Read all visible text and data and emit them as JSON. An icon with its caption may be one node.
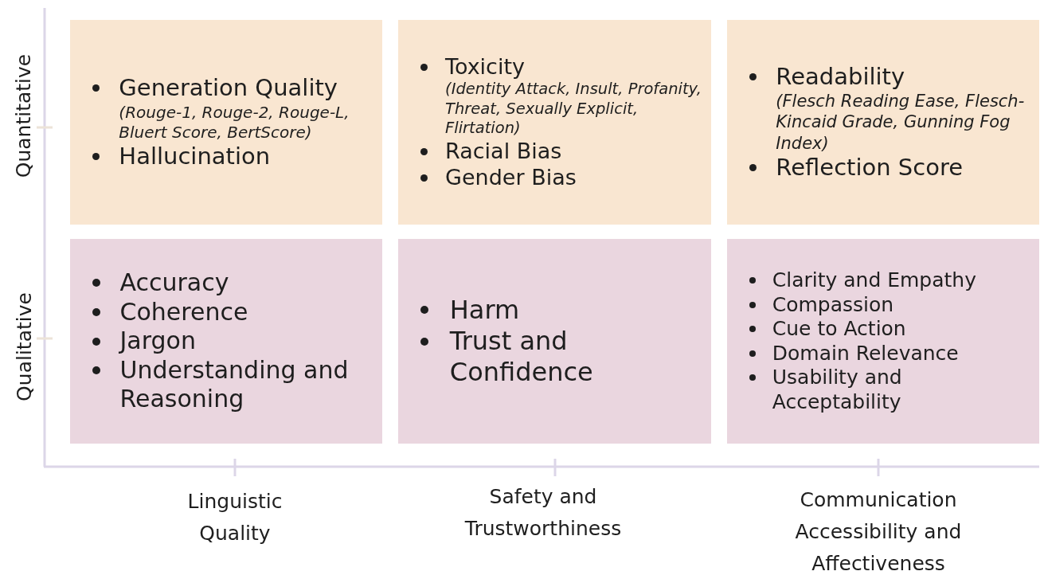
{
  "diagram": {
    "nodes": [
      {
        "text": [
          "Generation Quality",
          "(Rouge-1, Rouge-2, Rouge-L, Bluert Score, BertScore)",
          "Hallucination"
        ]
      },
      {
        "text": [
          "Toxicity",
          "(Identity Attack, Insult, Profanity, Threat, Sexually Explicit, Flirtation)",
          "Racial Bias",
          "Gender Bias"
        ]
      },
      {
        "text": [
          "Readability",
          "(Flesch Reading Ease, Flesch-Kincaid Grade, Gunning Fog Index)",
          "Reflection Score"
        ]
      },
      {
        "text": [
          "Accuracy",
          "Coherence",
          "Jargon",
          "Understanding and Reasoning"
        ]
      },
      {
        "text": [
          "Harm",
          "Trust and Confidence"
        ]
      },
      {
        "text": [
          "Clarity and Empathy",
          "Compassion",
          "Cue to Action",
          "Domain Relevance",
          "Usability and Acceptability"
        ]
      }
    ],
    "labels": [
      "Quantitative",
      "Qualitative",
      "Linguistic Quality",
      "Safety and Trustworthiness",
      "Communication Accessibility and Affectiveness"
    ]
  }
}
